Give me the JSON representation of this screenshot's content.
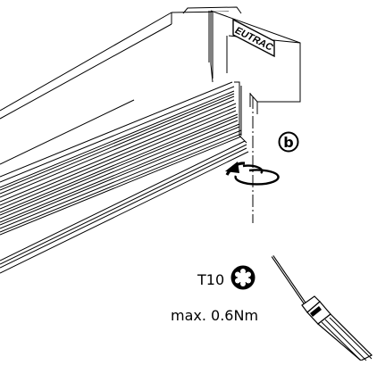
{
  "figure": {
    "brand_label": "EUTRAC",
    "step_marker": "b",
    "bit_label": "T10",
    "torque_label": "max. 0.6Nm"
  },
  "icons": {
    "rotation": "rotation-arrow-icon",
    "bit": "torx-bit-icon",
    "tool": "screwdriver-icon"
  },
  "colors": {
    "line": "#000000",
    "background": "#ffffff",
    "highlight": "#000000"
  }
}
